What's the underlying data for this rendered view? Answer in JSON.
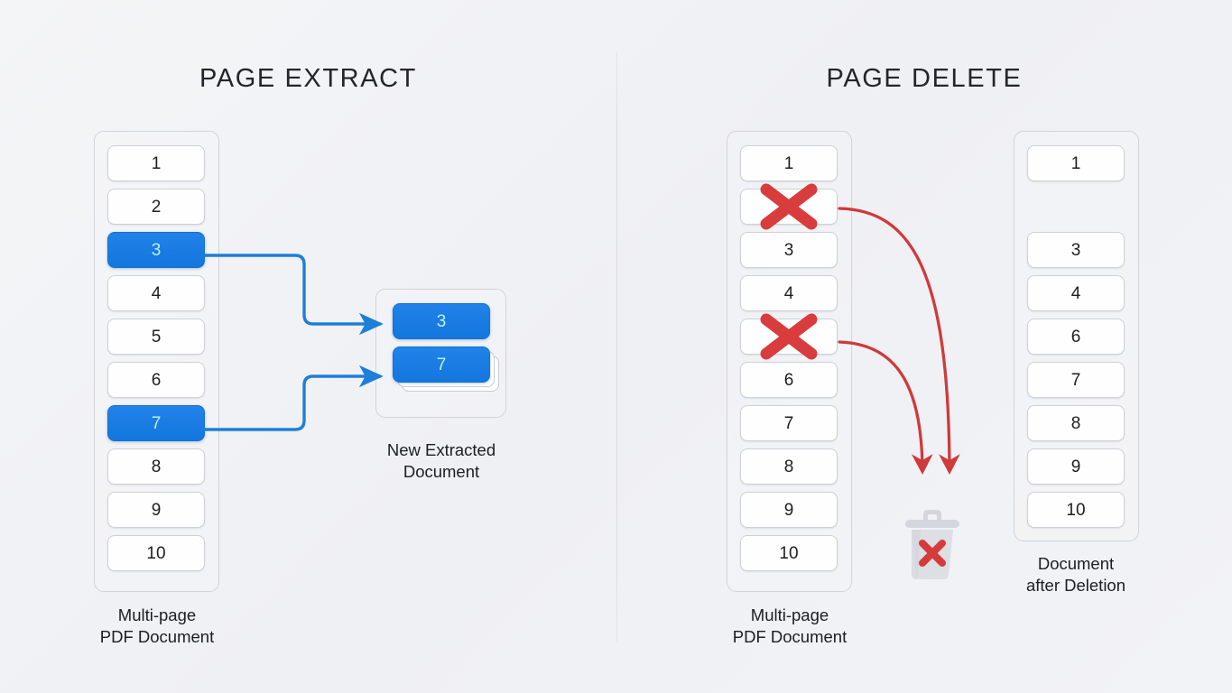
{
  "background_color": "#f2f3f6",
  "accent_blue": "#1a7ae0",
  "accent_red": "#d93c3c",
  "panels": {
    "extract": {
      "title": "PAGE EXTRACT",
      "source_doc": {
        "caption": "Multi-page\nPDF Document",
        "pages": [
          {
            "label": "1",
            "state": "normal"
          },
          {
            "label": "2",
            "state": "normal"
          },
          {
            "label": "3",
            "state": "selected"
          },
          {
            "label": "4",
            "state": "normal"
          },
          {
            "label": "5",
            "state": "normal"
          },
          {
            "label": "6",
            "state": "normal"
          },
          {
            "label": "7",
            "state": "selected"
          },
          {
            "label": "8",
            "state": "normal"
          },
          {
            "label": "9",
            "state": "normal"
          },
          {
            "label": "10",
            "state": "normal"
          }
        ]
      },
      "result_doc": {
        "caption": "New Extracted\nDocument",
        "pages": [
          {
            "label": "3",
            "state": "selected",
            "stacked": false
          },
          {
            "label": "7",
            "state": "selected",
            "stacked": true
          }
        ]
      },
      "connectors": [
        {
          "from_page": "3",
          "to_page": "3"
        },
        {
          "from_page": "7",
          "to_page": "7"
        }
      ]
    },
    "delete": {
      "title": "PAGE DELETE",
      "source_doc": {
        "caption": "Multi-page\nPDF Document",
        "pages": [
          {
            "label": "1",
            "state": "normal"
          },
          {
            "label": "",
            "state": "deleted"
          },
          {
            "label": "3",
            "state": "normal"
          },
          {
            "label": "4",
            "state": "normal"
          },
          {
            "label": "",
            "state": "deleted"
          },
          {
            "label": "6",
            "state": "normal"
          },
          {
            "label": "7",
            "state": "normal"
          },
          {
            "label": "8",
            "state": "normal"
          },
          {
            "label": "9",
            "state": "normal"
          },
          {
            "label": "10",
            "state": "normal"
          }
        ]
      },
      "result_doc": {
        "caption": "Document\nafter Deletion",
        "pages": [
          {
            "label": "1",
            "state": "normal"
          },
          {
            "label": "",
            "state": "empty"
          },
          {
            "label": "3",
            "state": "normal"
          },
          {
            "label": "4",
            "state": "normal"
          },
          {
            "label": "6",
            "state": "normal"
          },
          {
            "label": "7",
            "state": "normal"
          },
          {
            "label": "8",
            "state": "normal"
          },
          {
            "label": "9",
            "state": "normal"
          },
          {
            "label": "10",
            "state": "normal"
          }
        ]
      },
      "trash": {
        "icon": "trash-can-icon",
        "badge": "x-mark-icon"
      },
      "arrows": 2
    }
  }
}
